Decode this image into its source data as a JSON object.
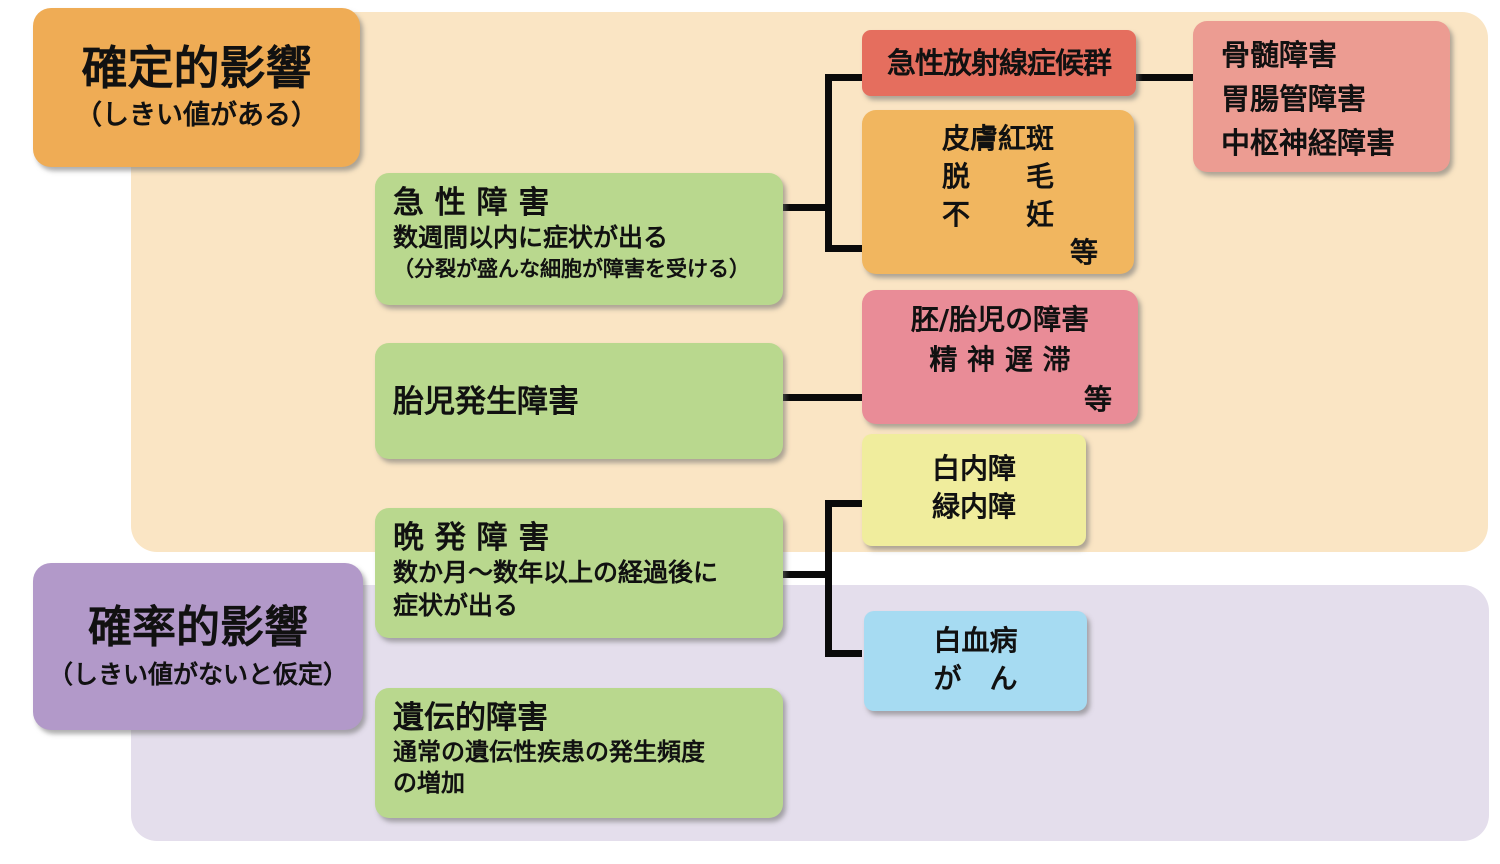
{
  "groups": {
    "deterministic": {
      "title": "確定的影響",
      "subtitle": "（しきい値がある）",
      "box_color": "#efac55",
      "panel_color": "#fae5c4"
    },
    "stochastic": {
      "title": "確率的影響",
      "subtitle": "（しきい値がないと仮定）",
      "box_color": "#b299c9",
      "panel_color": "#e4deec"
    }
  },
  "effect_boxes": {
    "acute": {
      "title": "急 性 障 害",
      "desc1": "数週間以内に症状が出る",
      "desc2": "（分裂が盛んな細胞が障害を受ける）",
      "color": "#b9d88e"
    },
    "fetal": {
      "title": "胎児発生障害",
      "color": "#b9d88e"
    },
    "late": {
      "title": "晩 発 障 害",
      "desc1": "数か月～数年以上の経過後に",
      "desc2": "症状が出る",
      "color": "#b9d88e"
    },
    "genetic": {
      "title": "遺伝的障害",
      "desc1": "通常の遺伝性疾患の発生頻度",
      "desc2": "の増加",
      "color": "#b9d88e"
    }
  },
  "symptom_boxes": {
    "ars": {
      "lines": [
        "急性放射線症候群"
      ],
      "color": "#e56e5e"
    },
    "ars_detail": {
      "lines": [
        "骨髄障害",
        "胃腸管障害",
        "中枢神経障害"
      ],
      "color": "#ec9c92"
    },
    "skin": {
      "lines": [
        "皮膚紅斑",
        "脱　　毛",
        "不　　妊"
      ],
      "etc": "等",
      "color": "#f1b65f"
    },
    "embryo": {
      "lines": [
        "胚/胎児の障害",
        "精 神 遅 滞"
      ],
      "etc": "等",
      "color": "#e98c97"
    },
    "eye": {
      "lines": [
        "白内障",
        "緑内障"
      ],
      "color": "#f0ed9d"
    },
    "cancer": {
      "lines": [
        "白血病",
        "が　ん"
      ],
      "color": "#a6dbf2"
    }
  },
  "connector_color": "#0a0a0a"
}
